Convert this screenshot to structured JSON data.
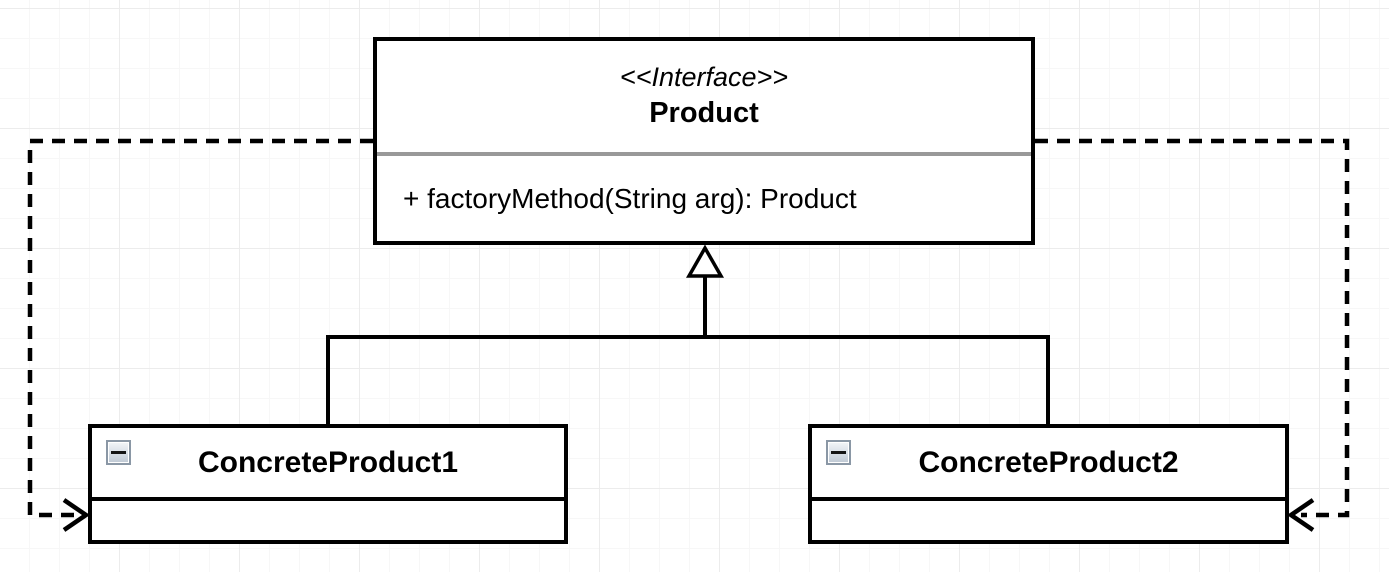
{
  "classes": {
    "product": {
      "stereotype": "<<Interface>>",
      "name": "Product",
      "methods": [
        "+ factoryMethod(String arg): Product"
      ]
    },
    "concrete1": {
      "name": "ConcreteProduct1"
    },
    "concrete2": {
      "name": "ConcreteProduct2"
    }
  },
  "relationships": [
    {
      "kind": "realization",
      "from": "ConcreteProduct1",
      "to": "Product",
      "line": "solid",
      "arrowhead": "hollow-triangle"
    },
    {
      "kind": "realization",
      "from": "ConcreteProduct2",
      "to": "Product",
      "line": "solid",
      "arrowhead": "hollow-triangle"
    },
    {
      "kind": "dependency",
      "from": "Product",
      "to": "ConcreteProduct1",
      "line": "dashed",
      "arrowhead": "open",
      "enters": "left-side"
    },
    {
      "kind": "dependency",
      "from": "Product",
      "to": "ConcreteProduct2",
      "line": "dashed",
      "arrowhead": "open",
      "enters": "right-side"
    }
  ],
  "icons": {
    "collapse": "minus-icon"
  },
  "colors": {
    "line": "#000000",
    "interface_divider": "#999999",
    "box_background": "#ffffff",
    "grid_minor": "#f7f7f7",
    "grid_major": "#ececec",
    "collapse_icon_border": "#8a97a5"
  }
}
